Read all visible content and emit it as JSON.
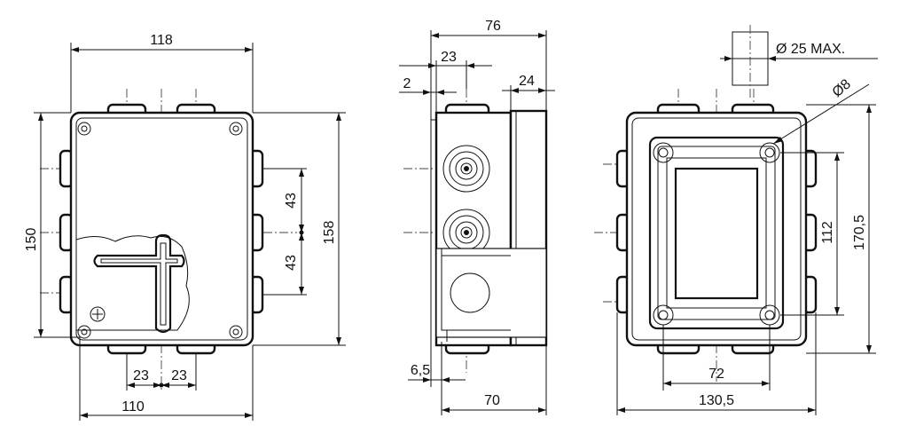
{
  "colors": {
    "line": "#111111",
    "background": "#ffffff"
  },
  "front_view": {
    "width": "118",
    "height_outer": "158",
    "height_inner": "150",
    "entry_spacing_top": "43",
    "entry_spacing_bottom": "43",
    "bottom_spacing_left": "23",
    "bottom_spacing_right": "23",
    "base_width": "110"
  },
  "side_view": {
    "depth": "76",
    "offset_23": "23",
    "offset_2": "2",
    "lid_24": "24",
    "offset_6_5": "6,5",
    "base_depth": "70"
  },
  "rear_view": {
    "cable_diameter": "Ø 25 MAX.",
    "hole_diameter": "Ø8",
    "mount_vertical": "112",
    "height": "170,5",
    "mount_horizontal": "72",
    "width": "130,5"
  }
}
